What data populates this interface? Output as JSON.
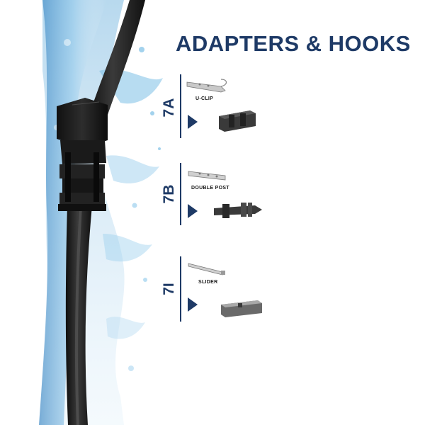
{
  "title": "ADAPTERS & HOOKS",
  "adapters": [
    {
      "code": "7A",
      "label": "U-CLIP",
      "top_icon": "u-clip-hook-icon",
      "bottom_icon": "u-clip-adapter-icon"
    },
    {
      "code": "7B",
      "label": "DOUBLE POST",
      "top_icon": "double-post-hook-icon",
      "bottom_icon": "double-post-adapter-icon"
    },
    {
      "code": "7I",
      "label": "SLIDER",
      "top_icon": "slider-hook-icon",
      "bottom_icon": "slider-adapter-icon"
    }
  ],
  "colors": {
    "accent": "#1e3a66",
    "water": "#5aa9d6",
    "wiper": "#1c1c1c"
  }
}
